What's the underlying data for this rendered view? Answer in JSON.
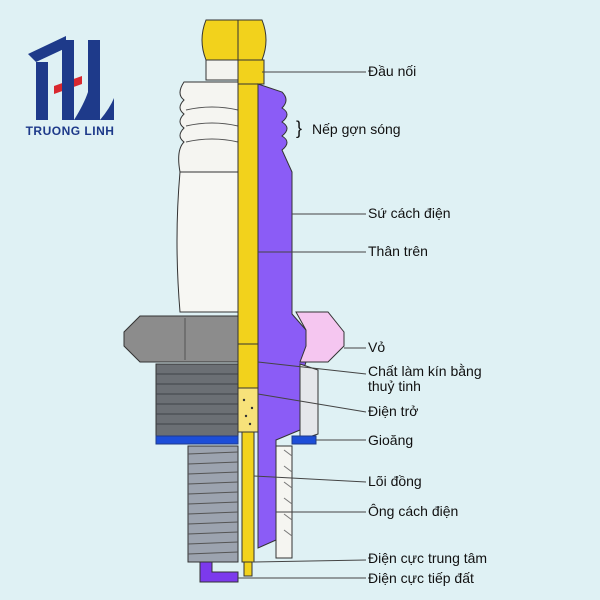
{
  "logo": {
    "text": "TRUONG LINH"
  },
  "labels": {
    "dau_noi": "Đầu nối",
    "nep_gon_song": "Nếp gợn sóng",
    "su_cach_dien": "Sứ cách điện",
    "than_tren": "Thân trên",
    "vo": "Vỏ",
    "chat_lam_kin": "Chất làm kín bằng thuỷ tinh",
    "dien_tro": "Điện trở",
    "gioang": "Gioăng",
    "loi_dong": "Lõi đồng",
    "ong_cach_dien": "Ông cách điện",
    "dien_cuc_trung_tam": "Điện cực trung tâm",
    "dien_cuc_tiep_dat": "Điện cực tiếp đất"
  },
  "colors": {
    "background": "#dff1f4",
    "terminal": "#f2d21c",
    "insulator": "#8b5cf6",
    "shell": "#6b7280",
    "gasket": "#1d4ed8",
    "brand": "#1e3a8a",
    "accent": "#d9282f"
  }
}
